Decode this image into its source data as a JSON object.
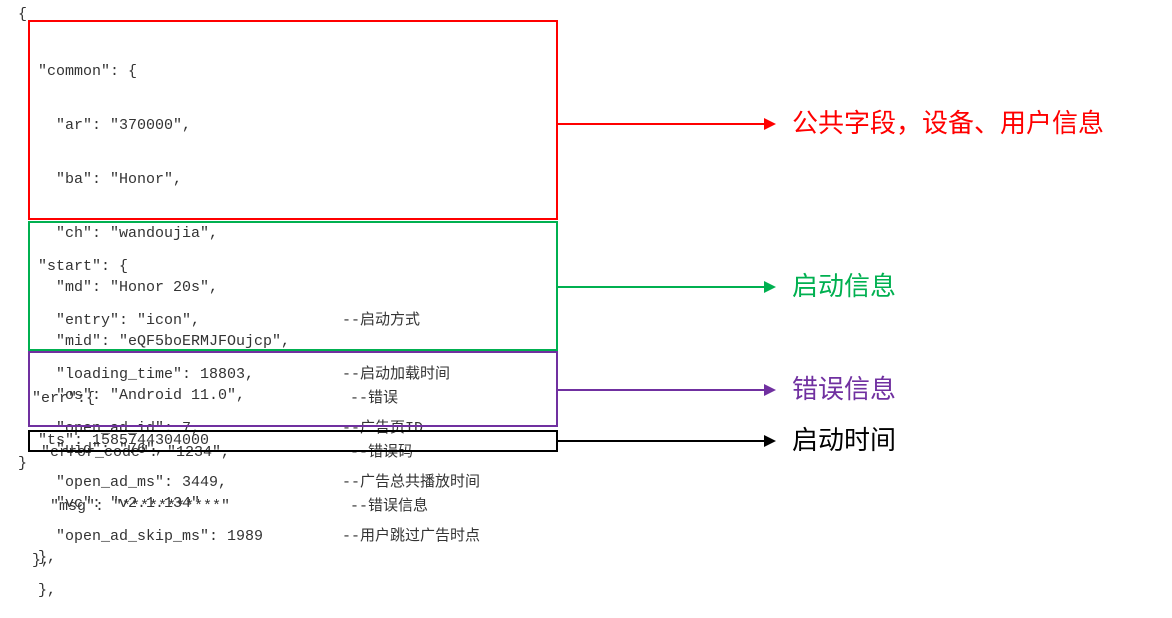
{
  "json_code": {
    "open_brace": "{",
    "close_brace": "}",
    "common": {
      "lines": [
        "\"common\": {",
        "  \"ar\": \"370000\",",
        "  \"ba\": \"Honor\",",
        "  \"ch\": \"wandoujia\",",
        "  \"md\": \"Honor 20s\",",
        "  \"mid\": \"eQF5boERMJFOujcp\",",
        "  \"os\": \"Android 11.0\",",
        "  \"uid\": \"76\",",
        "  \"vc\": \"v2.1.134\"",
        "},"
      ]
    },
    "start": {
      "lines": [
        "\"start\": {",
        "  \"entry\": \"icon\",",
        "  \"loading_time\": 18803,",
        "  \"open_ad_id\": 7,",
        "  \"open_ad_ms\": 3449,",
        "  \"open_ad_skip_ms\": 1989",
        "},"
      ],
      "comments": [
        "",
        "--启动方式",
        "--启动加载时间",
        "--广告页ID",
        "--广告总共播放时间",
        "--用户跳过广告时点",
        ""
      ]
    },
    "err": {
      "lines": [
        "\"err\":{",
        " \"error_code\": \"1234\",",
        "  \"msg\": \"***********\"",
        "},"
      ],
      "comments": [
        "--错误",
        "--错误码",
        "--错误信息",
        ""
      ]
    },
    "ts": {
      "line": "\"ts\": 1585744304000"
    }
  },
  "annotations": [
    {
      "key": "common",
      "label": "公共字段，设备、用户信息",
      "color": "#ff0000"
    },
    {
      "key": "start",
      "label": "启动信息",
      "color": "#00b050"
    },
    {
      "key": "err",
      "label": "错误信息",
      "color": "#7030a0"
    },
    {
      "key": "ts",
      "label": "启动时间",
      "color": "#000000"
    }
  ]
}
